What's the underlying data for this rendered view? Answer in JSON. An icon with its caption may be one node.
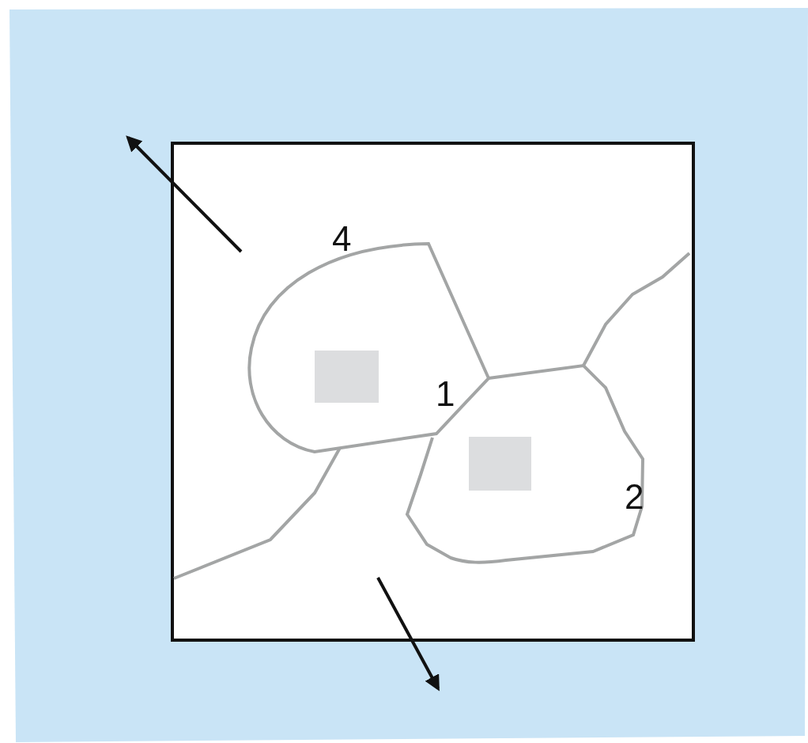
{
  "diagram": {
    "nodes": [
      {
        "text": [],
        "shape": "box"
      },
      {
        "text": [],
        "shape": "box"
      }
    ],
    "labels": [
      "4",
      "1",
      "2"
    ]
  }
}
